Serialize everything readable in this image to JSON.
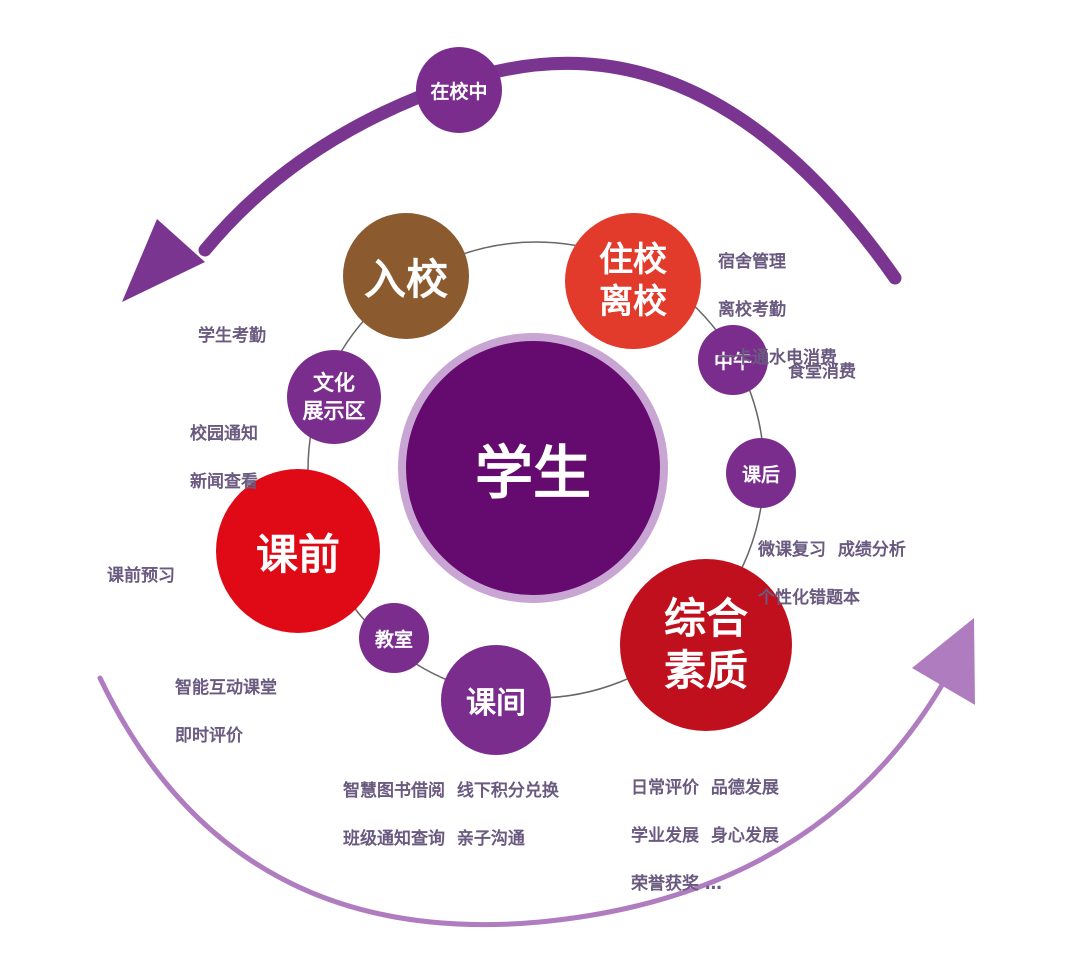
{
  "colors": {
    "purple_dark": "#650a6e",
    "purple_node": "#7b2d8e",
    "purple_arrow_top": "#7a3590",
    "purple_arrow_bottom": "#b07cc0",
    "brown": "#8b5a2e",
    "red_orange": "#e23a2b",
    "red": "#e00a17",
    "crimson": "#c0101e",
    "note_text": "#6b5a80"
  },
  "center": {
    "label": "学生"
  },
  "loop_label": "在校中",
  "nodes": {
    "enter_school": "入校",
    "boarding": "住校\n离校",
    "noon": "中午",
    "after_class": "课后",
    "overall_quality": "综合\n素质",
    "between_classes": "课间",
    "classroom": "教室",
    "before_class": "课前",
    "culture_display": "文化\n展示区"
  },
  "notes": {
    "boarding": [
      "宿舍管理",
      "离校考勤",
      "一卡通水电消费"
    ],
    "noon": [
      "食堂消费"
    ],
    "enter_school": [
      "学生考勤"
    ],
    "culture_display": [
      "校园通知",
      "新闻查看"
    ],
    "after_class": [
      "微课复习  成绩分析",
      "个性化错题本"
    ],
    "before_class": [
      "课前预习"
    ],
    "classroom": [
      "智能互动课堂",
      "即时评价"
    ],
    "between_classes": [
      "智慧图书借阅  线下积分兑换",
      "班级通知查询  亲子沟通"
    ],
    "overall_quality": [
      "日常评价  品德发展",
      "学业发展  身心发展",
      "荣誉获奖 …"
    ]
  }
}
